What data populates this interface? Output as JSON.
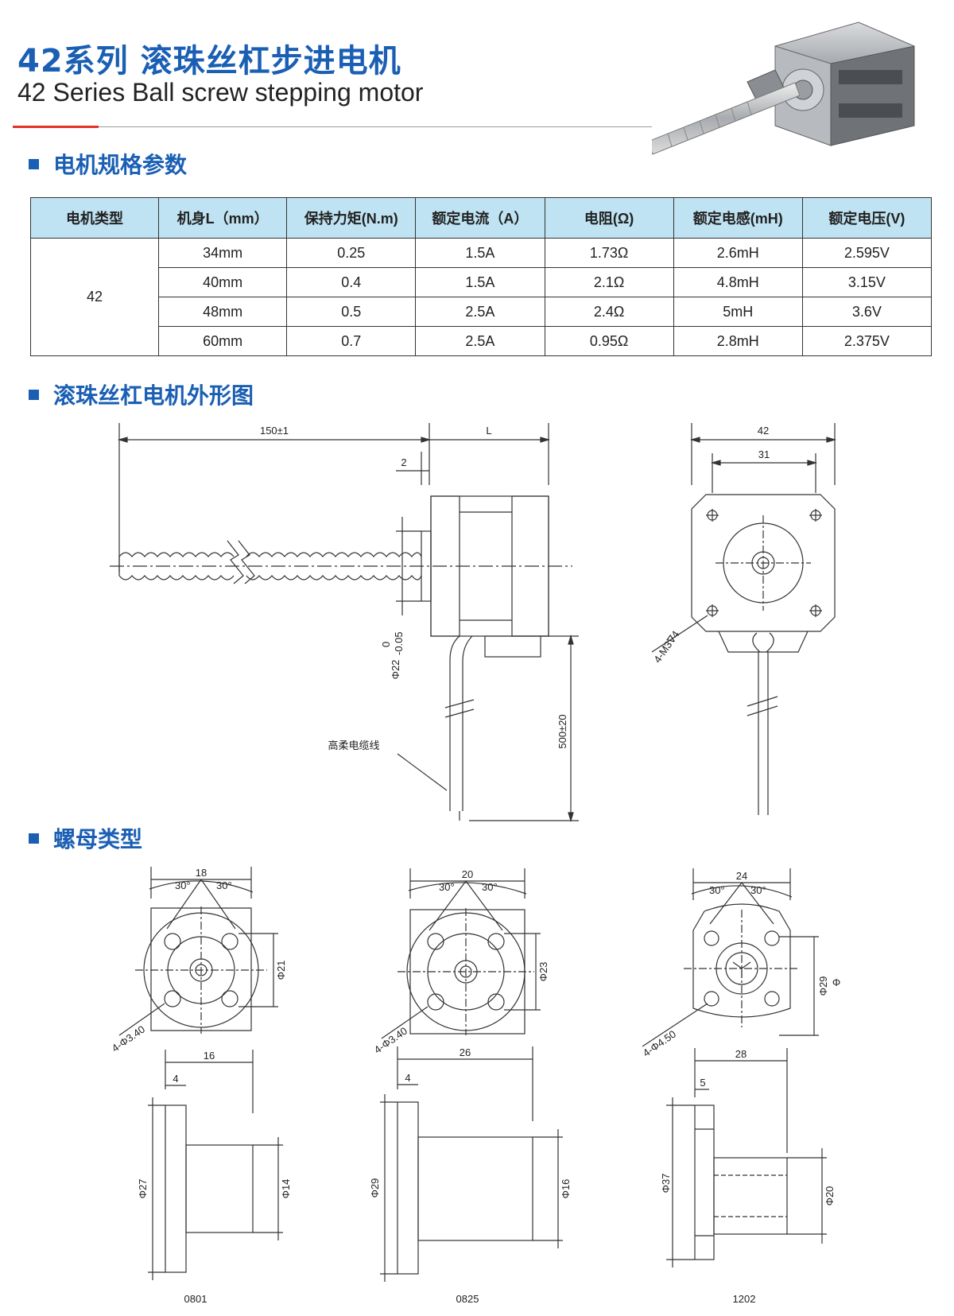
{
  "header": {
    "title_cn": "42系列 滚珠丝杠步进电机",
    "title_en": "42 Series Ball screw stepping motor"
  },
  "sections": {
    "specs": "电机规格参数",
    "outline": "滚珠丝杠电机外形图",
    "nut_types": "螺母类型"
  },
  "spec_table": {
    "headers": [
      "电机类型",
      "机身L（mm）",
      "保持力矩(N.m)",
      "额定电流（A）",
      "电阻(Ω)",
      "额定电感(mH)",
      "额定电压(V)"
    ],
    "motor_type": "42",
    "rows": [
      [
        "34mm",
        "0.25",
        "1.5A",
        "1.73Ω",
        "2.6mH",
        "2.595V"
      ],
      [
        "40mm",
        "0.4",
        "1.5A",
        "2.1Ω",
        "4.8mH",
        "3.15V"
      ],
      [
        "48mm",
        "0.5",
        "2.5A",
        "2.4Ω",
        "5mH",
        "3.6V"
      ],
      [
        "60mm",
        "0.7",
        "2.5A",
        "0.95Ω",
        "2.8mH",
        "2.375V"
      ]
    ]
  },
  "outline_drawing": {
    "screw_length": "150±1",
    "body_length": "L",
    "flange_thickness": "2",
    "pilot_diameter": "Φ22",
    "pilot_tol_upper": "0",
    "pilot_tol_lower": "-0.05",
    "cable_length": "500±20",
    "cable_label": "高柔电缆线",
    "front_width": "42",
    "hole_spacing": "31",
    "mount_holes": "4-M3∇4"
  },
  "nuts": [
    {
      "model": "0801",
      "width": "18",
      "angle_left": "30°",
      "angle_right": "30°",
      "pcd": "Φ21",
      "holes": "4-Φ3.40",
      "length": "16",
      "flange": "4",
      "flange_dia": "Φ27",
      "body_dia": "Φ14"
    },
    {
      "model": "0825",
      "width": "20",
      "angle_left": "30°",
      "angle_right": "30°",
      "pcd": "Φ23",
      "holes": "4-Φ3.40",
      "length": "26",
      "flange": "4",
      "flange_dia": "Φ29",
      "body_dia": "Φ16"
    },
    {
      "model": "1202",
      "width": "24",
      "angle_left": "30°",
      "angle_right": "30°",
      "pcd": "Φ29",
      "holes": "4-Φ4.50",
      "length": "28",
      "flange": "5",
      "flange_dia": "Φ37",
      "body_dia": "Φ20",
      "stray_symbol": "Φ"
    }
  ]
}
